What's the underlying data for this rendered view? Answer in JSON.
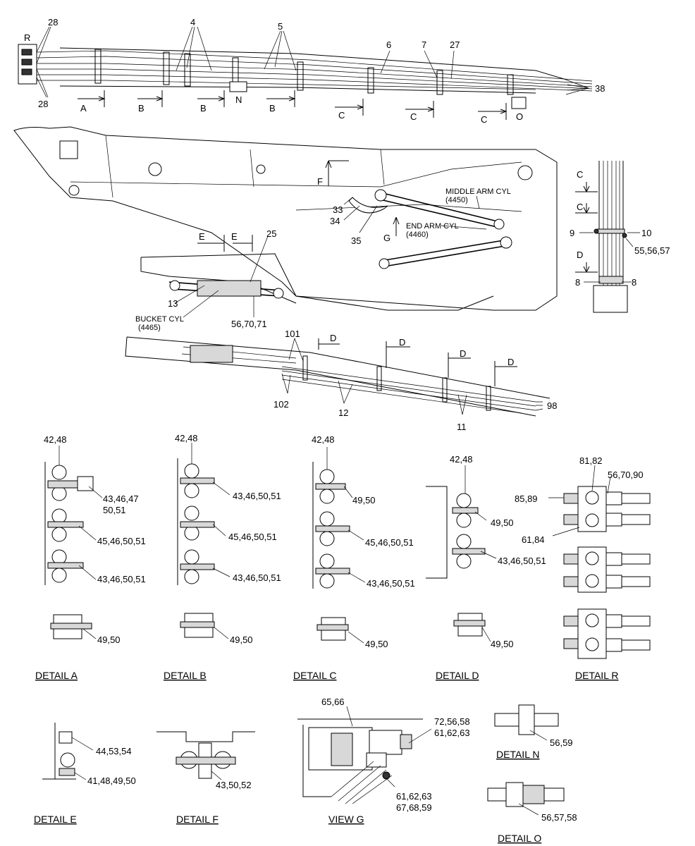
{
  "top_harness": {
    "callouts": [
      "R",
      "28",
      "28",
      "4",
      "5",
      "6",
      "7",
      "27",
      "38",
      "N",
      "O"
    ],
    "sections": [
      "A",
      "B",
      "B",
      "B",
      "C",
      "C",
      "C"
    ]
  },
  "boom": {
    "callouts": [
      "F",
      "G",
      "33",
      "34",
      "35",
      "MIDDLE ARM CYL",
      "(4450)",
      "END ARM CYL",
      "(4460)",
      "E",
      "E",
      "25",
      "13",
      "BUCKET CYL",
      "(4465)",
      "56,70,71"
    ]
  },
  "right_harness": {
    "callouts": [
      "C",
      "C",
      "D",
      "9",
      "10",
      "55,56,57",
      "8",
      "8"
    ]
  },
  "arm_harness": {
    "callouts": [
      "101",
      "D",
      "D",
      "D",
      "D",
      "102",
      "12",
      "11",
      "98"
    ]
  },
  "detail_a": {
    "caption": "DETAIL  A",
    "top": "42,48",
    "c1": "43,46,47",
    "c1b": "50,51",
    "c2": "45,46,50,51",
    "c3": "43,46,50,51",
    "c4": "49,50"
  },
  "detail_b": {
    "caption": "DETAIL  B",
    "top": "42,48",
    "c1": "43,46,50,51",
    "c2": "45,46,50,51",
    "c3": "43,46,50,51",
    "c4": "49,50"
  },
  "detail_c": {
    "caption": "DETAIL  C",
    "top": "42,48",
    "c1": "49,50",
    "c2": "45,46,50,51",
    "c3": "43,46,50,51",
    "c4": "49,50"
  },
  "detail_d": {
    "caption": "DETAIL  D",
    "top": "42,48",
    "c1": "49,50",
    "c2": "43,46,50,51",
    "c4": "49,50"
  },
  "detail_r": {
    "caption": "DETAIL  R",
    "c1": "81,82",
    "c2": "56,70,90",
    "c3": "85,89",
    "c4": "61,84"
  },
  "detail_e": {
    "caption": "DETAIL  E",
    "c1": "44,53,54",
    "c2": "41,48,49,50"
  },
  "detail_f": {
    "caption": "DETAIL  F",
    "c1": "43,50,52"
  },
  "view_g": {
    "caption": "VIEW  G",
    "c1": "65,66",
    "c2": "72,56,58",
    "c3": "61,62,63",
    "c4": "61,62,63",
    "c5": "67,68,59"
  },
  "detail_n": {
    "caption": "DETAIL  N",
    "c1": "56,59"
  },
  "detail_o": {
    "caption": "DETAIL  O",
    "c1": "56,57,58"
  }
}
